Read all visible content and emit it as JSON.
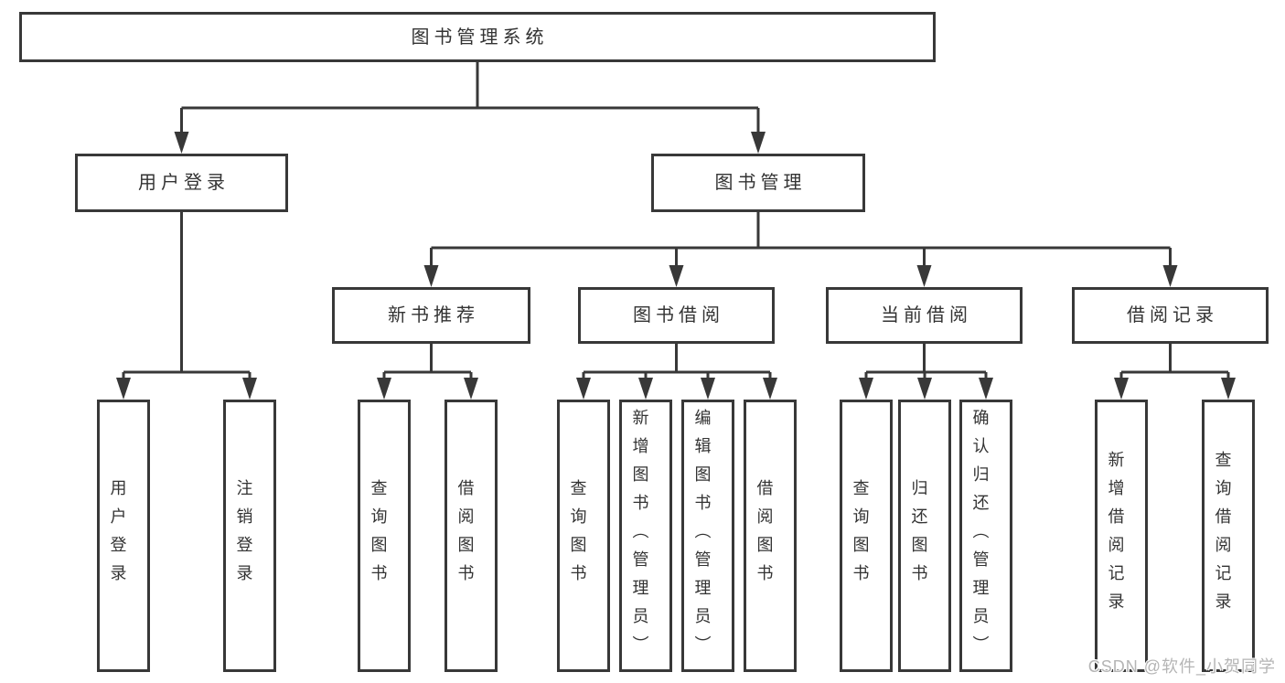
{
  "diagram": {
    "root": {
      "label": "图书管理系统"
    },
    "branches": [
      {
        "label": "用户登录",
        "children": [
          {
            "label": "用户登录"
          },
          {
            "label": "注销登录"
          }
        ]
      },
      {
        "label": "图书管理",
        "children": [
          {
            "label": "新书推荐",
            "children": [
              {
                "label": "查询图书"
              },
              {
                "label": "借阅图书"
              }
            ]
          },
          {
            "label": "图书借阅",
            "children": [
              {
                "label": "查询图书"
              },
              {
                "label": "新增图书（管理员）"
              },
              {
                "label": "编辑图书（管理员）"
              },
              {
                "label": "借阅图书"
              }
            ]
          },
          {
            "label": "当前借阅",
            "children": [
              {
                "label": "查询图书"
              },
              {
                "label": "归还图书"
              },
              {
                "label": "确认归还（管理员）"
              }
            ]
          },
          {
            "label": "借阅记录",
            "children": [
              {
                "label": "新增借阅记录"
              },
              {
                "label": "查询借阅记录"
              }
            ]
          }
        ]
      }
    ]
  },
  "watermark": {
    "text": "CSDN @软件_小贺同学"
  },
  "colors": {
    "line": "#383838",
    "text": "#333333",
    "watermark": "#b5b5b5",
    "background": "#ffffff"
  }
}
